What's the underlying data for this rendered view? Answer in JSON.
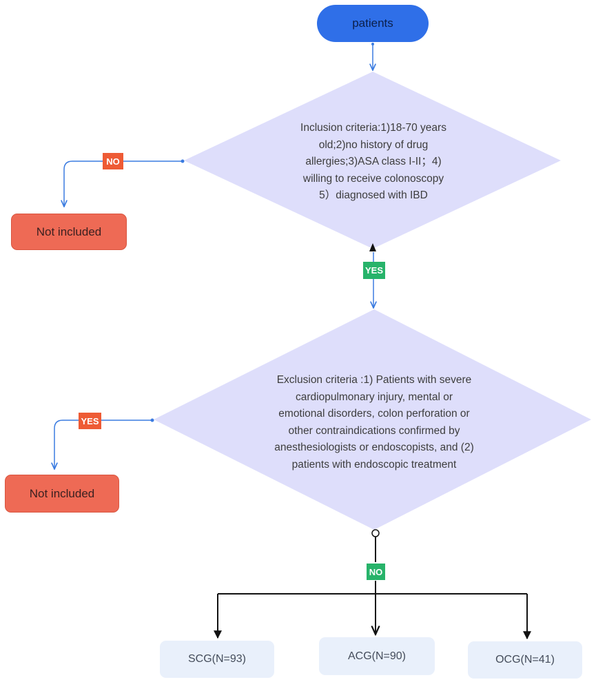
{
  "flowchart": {
    "start": {
      "label": "patients"
    },
    "inclusion": {
      "lines": [
        "Inclusion criteria:1)18-70 years",
        "old;2)no history of drug",
        "allergies;3)ASA class I-II；4)",
        "willing to receive colonoscopy",
        "5）diagnosed with IBD"
      ],
      "no_label": "NO",
      "yes_label": "YES",
      "excluded_label": "Not included"
    },
    "exclusion": {
      "lines": [
        "Exclusion criteria :1) Patients with severe",
        "cardiopulmonary injury, mental or",
        "emotional disorders, colon perforation or",
        "other contraindications confirmed by",
        "anesthesiologists or endoscopists, and (2)",
        "patients with endoscopic treatment"
      ],
      "yes_label": "YES",
      "no_label": "NO",
      "excluded_label": "Not included"
    },
    "groups": [
      {
        "label": "SCG(N=93)"
      },
      {
        "label": "ACG(N=90)"
      },
      {
        "label": "OCG(N=41)"
      }
    ],
    "colors": {
      "start_fill": "#2f6fe8",
      "decision_fill": "#dedefb",
      "excluded_fill": "#ee6a55",
      "group_fill": "#e9f0fb",
      "connector_blue": "#3a7be0",
      "badge_no": "#ee5b35",
      "badge_yes": "#27b36a"
    }
  }
}
